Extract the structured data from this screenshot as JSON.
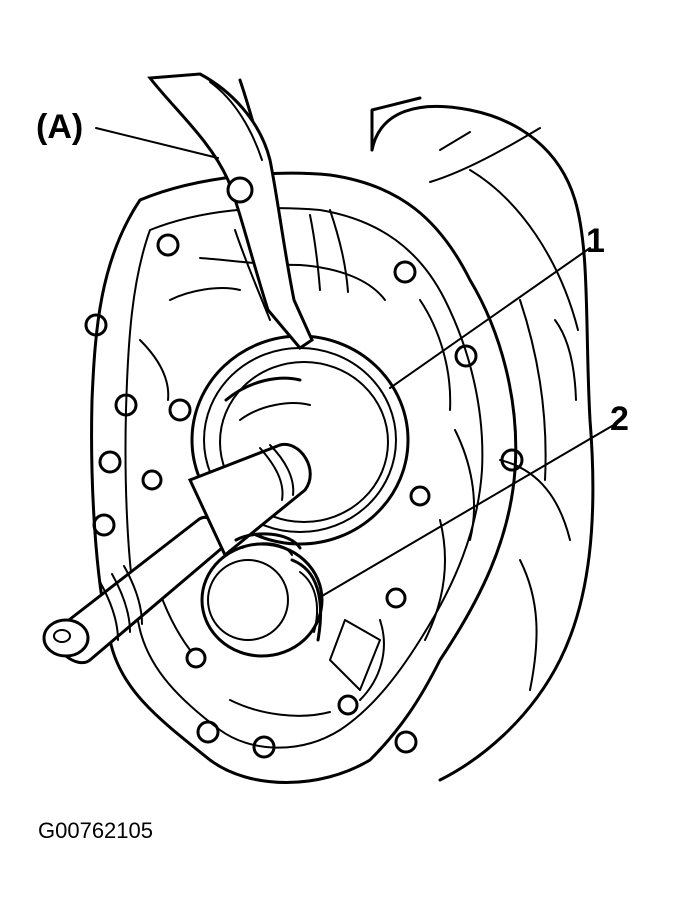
{
  "callouts": {
    "tool": "(A)",
    "part_1": "1",
    "part_2": "2"
  },
  "figure_code": "G00762105"
}
